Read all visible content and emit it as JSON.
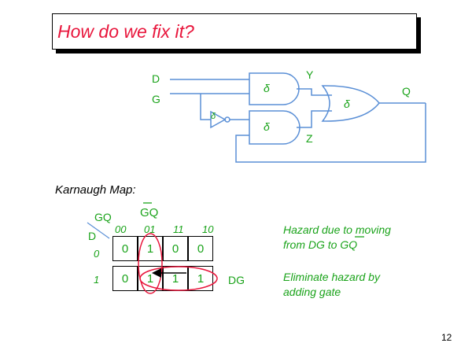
{
  "title": "How do we fix it?",
  "circuit": {
    "input_d": "D",
    "input_g": "G",
    "output_y": "Y",
    "output_z": "Z",
    "output_q": "Q",
    "delta": "δ"
  },
  "kmap": {
    "heading": "Karnaugh Map:",
    "row_var": "D",
    "col_var": "GQ",
    "col_headers": [
      "00",
      "01",
      "11",
      "10"
    ],
    "row_headers": [
      "0",
      "1"
    ],
    "rows": [
      [
        "0",
        "1",
        "0",
        "0"
      ],
      [
        "0",
        "1",
        "1",
        "1"
      ]
    ],
    "row_label": "DG",
    "overbar_gq": "GQ"
  },
  "notes": {
    "hazard_line1": "Hazard due to moving",
    "hazard_line2_prefix": "from DG to ",
    "hazard_line2_gq": "GQ",
    "fix_line1": "Eliminate hazard by",
    "fix_line2": "adding gate"
  },
  "page_number": "12",
  "colors": {
    "title": "#e8163c",
    "wire": "#5a8fd6",
    "text": "#1aa31a",
    "loop": "#e8163c"
  }
}
